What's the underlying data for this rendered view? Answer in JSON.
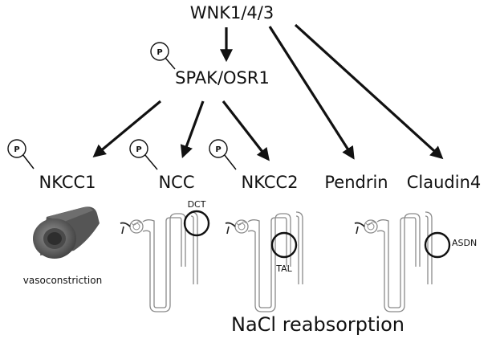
{
  "nodes": {
    "wnk": "WNK1/4/3",
    "spak": "SPAK/OSR1",
    "nkcc1": "NKCC1",
    "ncc": "NCC",
    "nkcc2": "NKCC2",
    "pendrin": "Pendrin",
    "claudin4": "Claudin4"
  },
  "phospho_label": "P",
  "segments": {
    "dct": "DCT",
    "tal": "TAL",
    "asdn": "ASDN"
  },
  "vessel_caption": "vasoconstriction",
  "outcome": "NaCl reabsorption",
  "colors": {
    "text": "#111111",
    "arrow": "#111111",
    "tubule": "#8a8a8a",
    "vessel": "#555555"
  }
}
